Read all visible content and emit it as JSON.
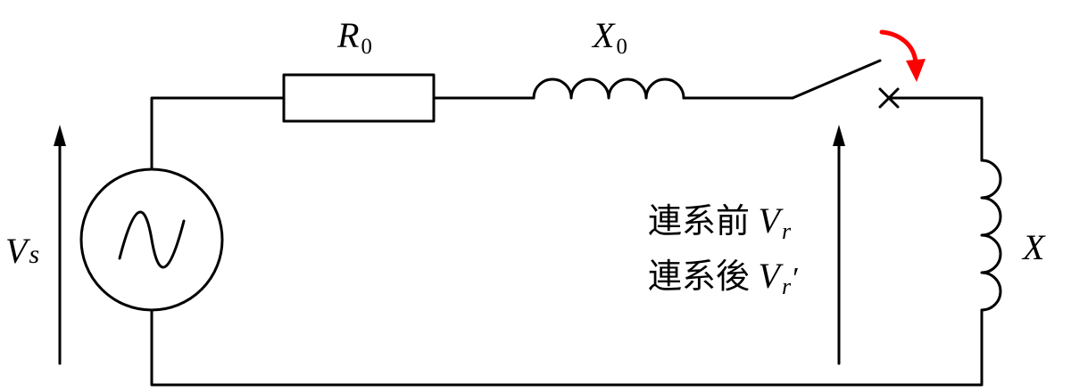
{
  "labels": {
    "r0": {
      "symbol": "R",
      "sub": "0"
    },
    "x0": {
      "symbol": "X",
      "sub": "0"
    },
    "vs": {
      "symbol": "V",
      "sub": "s"
    },
    "x": {
      "symbol": "X"
    },
    "vr_before": {
      "prefix": "連系前",
      "symbol": "V",
      "sub": "r"
    },
    "vr_after": {
      "prefix": "連系後",
      "symbol": "V",
      "sub": "r",
      "prime": "′"
    }
  },
  "colors": {
    "line": "#000000",
    "switch_arrow": "#ff0000",
    "background": "#ffffff"
  },
  "icons": {
    "source": "ac-source-icon",
    "switch": "switch-icon",
    "open_contact": "cross-mark-icon",
    "action": "curved-arrow-icon"
  }
}
